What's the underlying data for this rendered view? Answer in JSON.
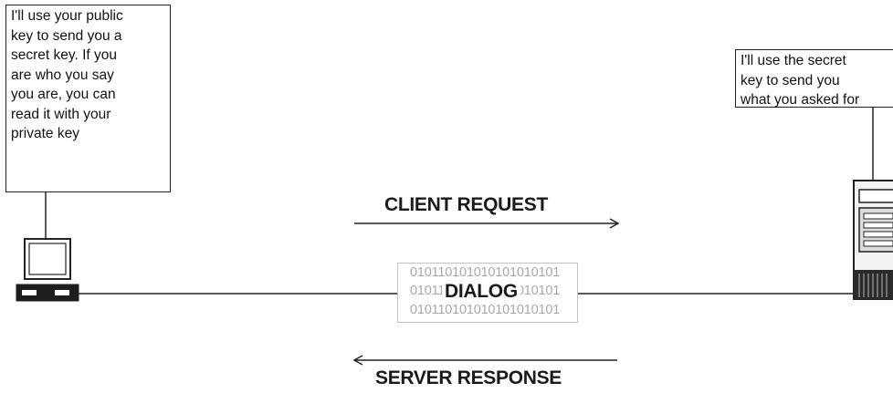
{
  "client": {
    "bubble_lines": [
      "I'll use your public",
      "key to send you a",
      "secret key. If you",
      "are who you say",
      "you are, you can",
      "read it with your",
      "private key"
    ]
  },
  "server": {
    "bubble_lines": [
      "I'll use the secret",
      "key to send you",
      "what you asked for"
    ]
  },
  "arrows": {
    "request_label": "CLIENT REQUEST",
    "response_label": "SERVER RESPONSE"
  },
  "dialog": {
    "label": "DIALOG",
    "binary_lines": [
      "010110101010101010101",
      "010110101010101010101",
      "010110101010101010101"
    ]
  },
  "colors": {
    "line": "#222222",
    "binary_text": "#a8a8a8",
    "dialog_border": "#c2c2c2"
  },
  "icons": {
    "client": "desktop-computer-icon",
    "server": "server-tower-icon"
  }
}
